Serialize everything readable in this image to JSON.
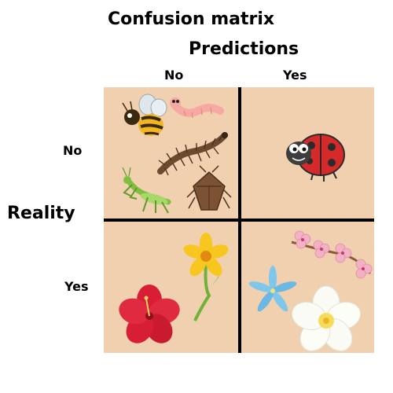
{
  "title": "Confusion matrix",
  "predictions_label": "Predictions",
  "reality_label": "Reality",
  "columns": [
    "No",
    "Yes"
  ],
  "rows": [
    "No",
    "Yes"
  ],
  "cells": {
    "no_no": [
      "bee-icon",
      "worm-icon",
      "centipede-icon",
      "mantis-icon",
      "stink-bug-icon"
    ],
    "no_yes": [
      "ladybug-icon"
    ],
    "yes_no": [
      "yellow-flower-icon",
      "red-hibiscus-icon"
    ],
    "yes_yes": [
      "cherry-blossom-icon",
      "blue-lily-icon",
      "white-plumeria-icon"
    ]
  },
  "colors": {
    "cell_background": "#f1d0b0",
    "divider": "#000000"
  }
}
